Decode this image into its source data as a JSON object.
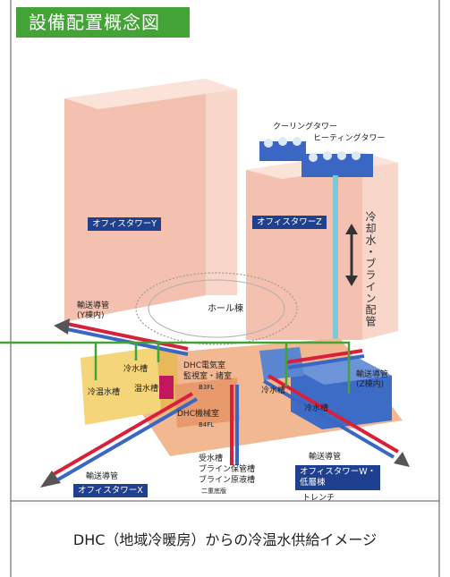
{
  "header": {
    "title": "設備配置概念図",
    "color": "#43a336"
  },
  "buildings": {
    "office_y": "オフィスタワーY",
    "office_z": "オフィスタワーZ",
    "office_x": "オフィスタワーX",
    "office_w_line1": "オフィスタワーW・",
    "office_w_line2": "低層棟",
    "hall": "ホール棟"
  },
  "equipment": {
    "cooling_tower": "クーリングタワー",
    "heating_tower": "ヒーティングタワー",
    "riser_pipe": "冷却水・ブライン配管",
    "cold_hot_tank": "冷温水槽",
    "cold_tank_left": "冷水槽",
    "cold_tank_right": "冷水槽",
    "hot_tank": "温水槽",
    "ice_tank": "冷水槽",
    "dhc_electric_room": "DHC電気室",
    "monitoring_room": "監視室・諸室",
    "b3fl": "B3FL",
    "dhc_machine_room": "DHC機械室",
    "b4fl": "B4FL",
    "receiving_tank": "受水槽",
    "brine_storage": "ブライン保管槽",
    "brine_raw": "ブライン原液槽",
    "second_basement": "二重底版",
    "trench": "トレンチ"
  },
  "pipes": {
    "transport_y_line1": "輸送導管",
    "transport_y_line2": "(Y棟内)",
    "transport_z_line1": "輸送導管",
    "transport_z_line2": "(Z棟内)",
    "transport_x": "輸送導管",
    "transport_w": "輸送導管"
  },
  "caption": "DHC（地域冷暖房）からの冷温水供給イメージ"
}
